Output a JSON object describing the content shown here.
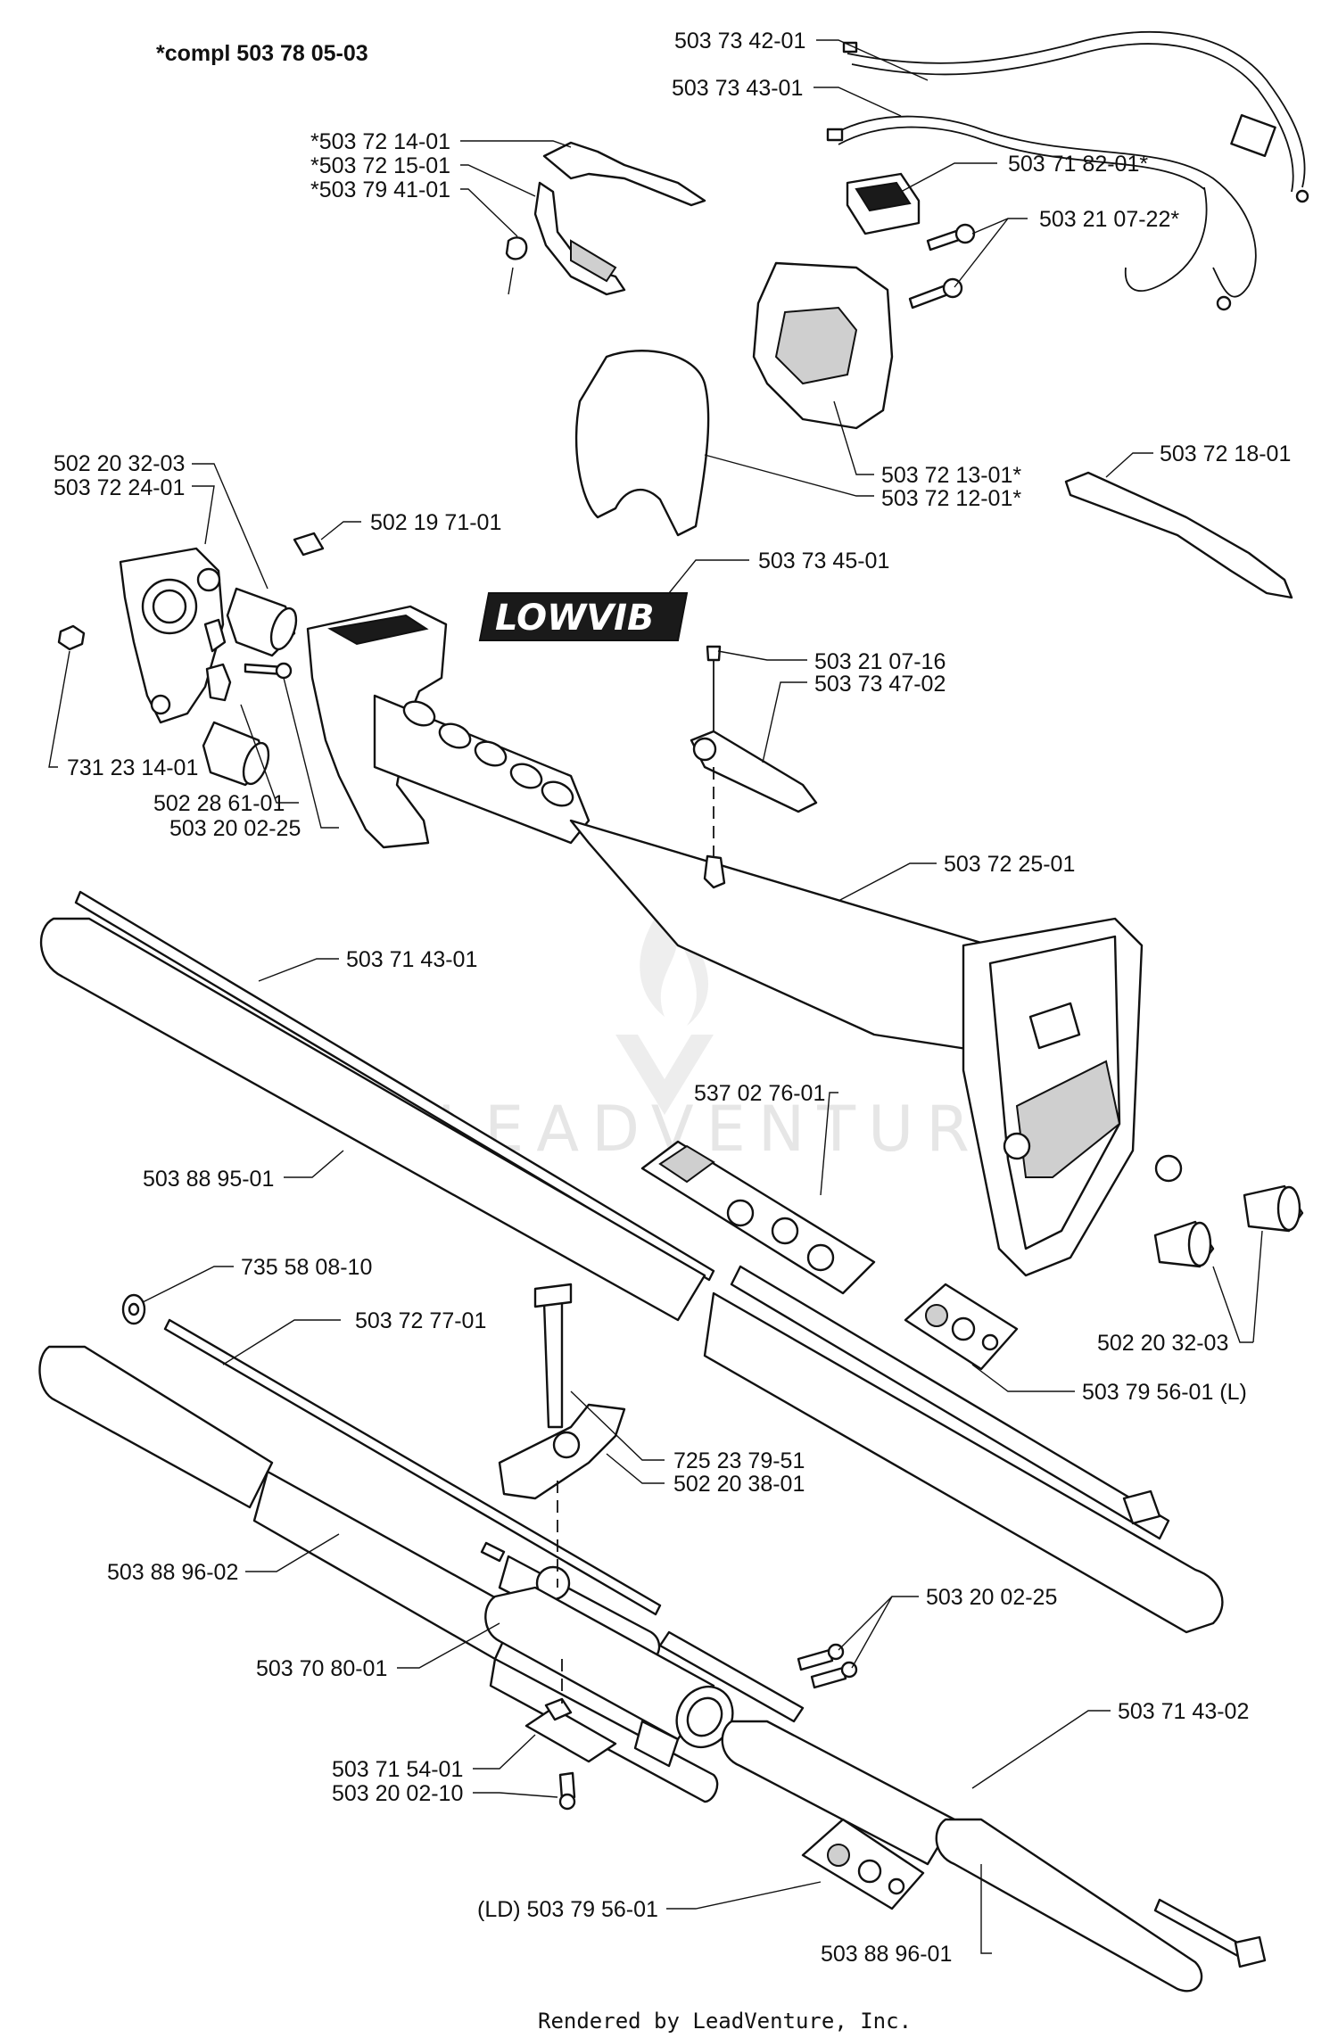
{
  "header_note": "*compl 503 78 05-03",
  "footer": "Rendered by LeadVenture, Inc.",
  "watermark": "LEADVENTURE",
  "logo_text": "LOWVIB",
  "labels": {
    "p_503734201": "503 73 42-01",
    "p_503734301": "503 73 43-01",
    "p_503721401": "*503 72 14-01",
    "p_503721501": "*503 72 15-01",
    "p_503794101": "*503 79 41-01",
    "p_503718201": "503 71 82-01*",
    "p_503210722": "503 21 07-22*",
    "p_503721301": "503 72 13-01*",
    "p_503721201": "503 72 12-01*",
    "p_503721801": "503 72 18-01",
    "p_502203203_a": "502 20 32-03",
    "p_503722401": "503 72 24-01",
    "p_502197101": "502 19 71-01",
    "p_503734501": "503 73 45-01",
    "p_503210716": "503 21 07-16",
    "p_503734702": "503 73 47-02",
    "p_731231401": "731 23 14-01",
    "p_502286101": "502 28 61-01",
    "p_503200225_a": "503 20 02-25",
    "p_503722501": "503 72 25-01",
    "p_503714301": "503 71 43-01",
    "p_537027601": "537 02 76-01",
    "p_503889501": "503 88 95-01",
    "p_735580810": "735 58 08-10",
    "p_503727701": "503 72 77-01",
    "p_502203203_b": "502 20 32-03",
    "p_503795601_l": "503 79 56-01 (L)",
    "p_725237951": "725 23 79-51",
    "p_502203801": "502 20 38-01",
    "p_503889602_a": "503 88 96-02",
    "p_503200225_b": "503 20 02-25",
    "p_503708001": "503 70 80-01",
    "p_503714302": "503 71 43-02",
    "p_503715401": "503 71 54-01",
    "p_503200210": "503 20 02-10",
    "p_503795601_ld": "(LD) 503 79 56-01",
    "p_503889601": "503 88 96-01"
  }
}
